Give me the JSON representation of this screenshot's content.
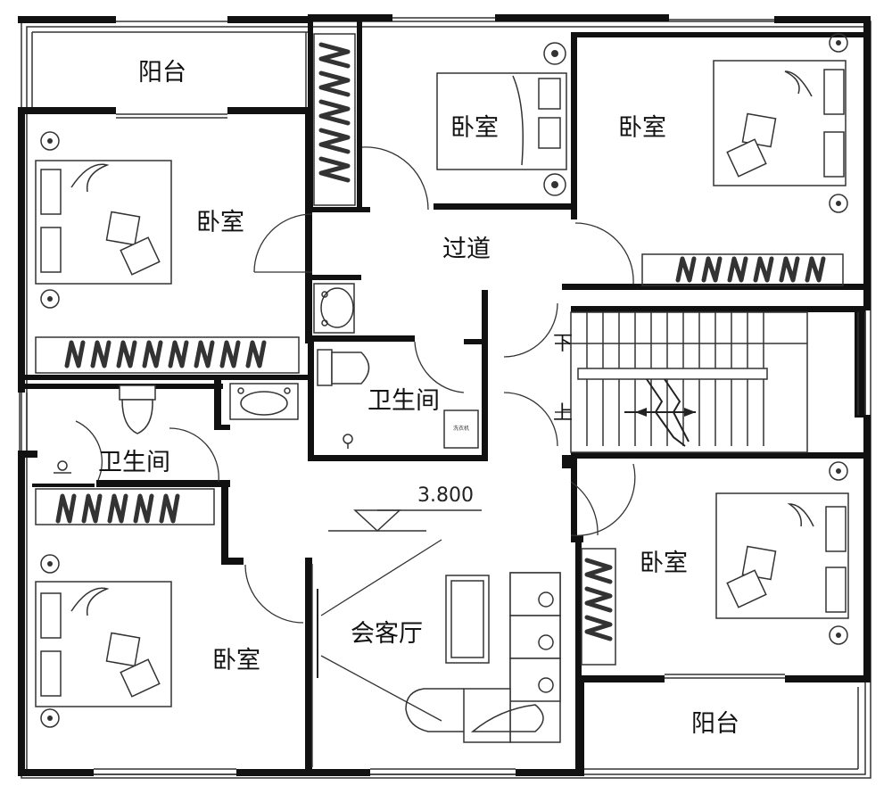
{
  "rooms": {
    "balcony_top_left": "阳台",
    "bedroom_top_center": "卧室",
    "bedroom_top_right": "卧室",
    "bedroom_left_upper": "卧室",
    "corridor": "过道",
    "bathroom_center": "卫生间",
    "bathroom_left": "卫生间",
    "bedroom_right_lower": "卧室",
    "bedroom_left_lower": "卧室",
    "living_room": "会客厅",
    "balcony_bottom_right": "阳台"
  },
  "stairs": {
    "down_label": "下",
    "up_label": "上"
  },
  "elevation": "3.800",
  "appliance_label": "洗衣机"
}
